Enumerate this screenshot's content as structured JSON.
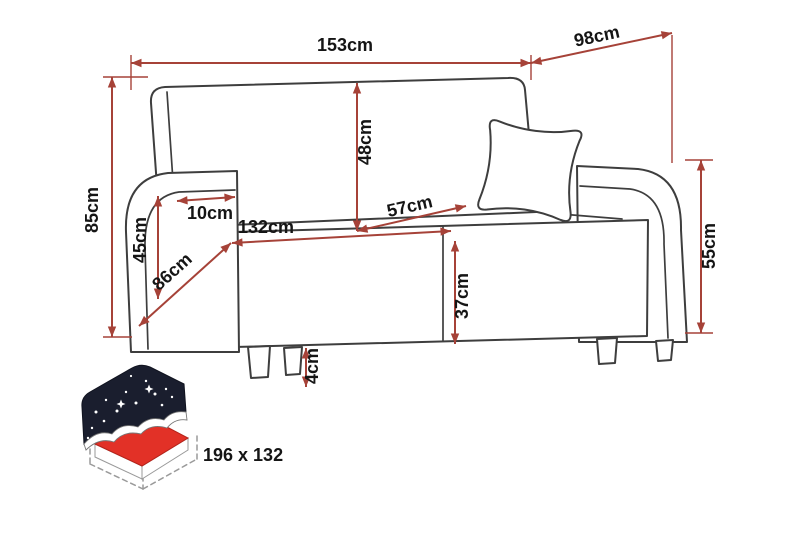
{
  "dimensions": {
    "total_width": "153cm",
    "total_depth": "98cm",
    "total_height": "85cm",
    "arm_height": "45cm",
    "arm_width": "10cm",
    "arm_depth": "86cm",
    "seat_width": "132cm",
    "seat_depth": "57cm",
    "backrest_height": "48cm",
    "seat_height": "37cm",
    "leg_height": "4cm",
    "side_height": "55cm"
  },
  "bed": {
    "sleeping_area": "196 x 132"
  },
  "colors": {
    "dimension_line": "#a64238",
    "sofa_outline": "#3e3e3e",
    "label_text": "#151515",
    "mattress_red": "#e23127",
    "blanket_dark": "#1a1e2e",
    "dashed_gray": "#9a9a9a",
    "background": "#ffffff"
  }
}
